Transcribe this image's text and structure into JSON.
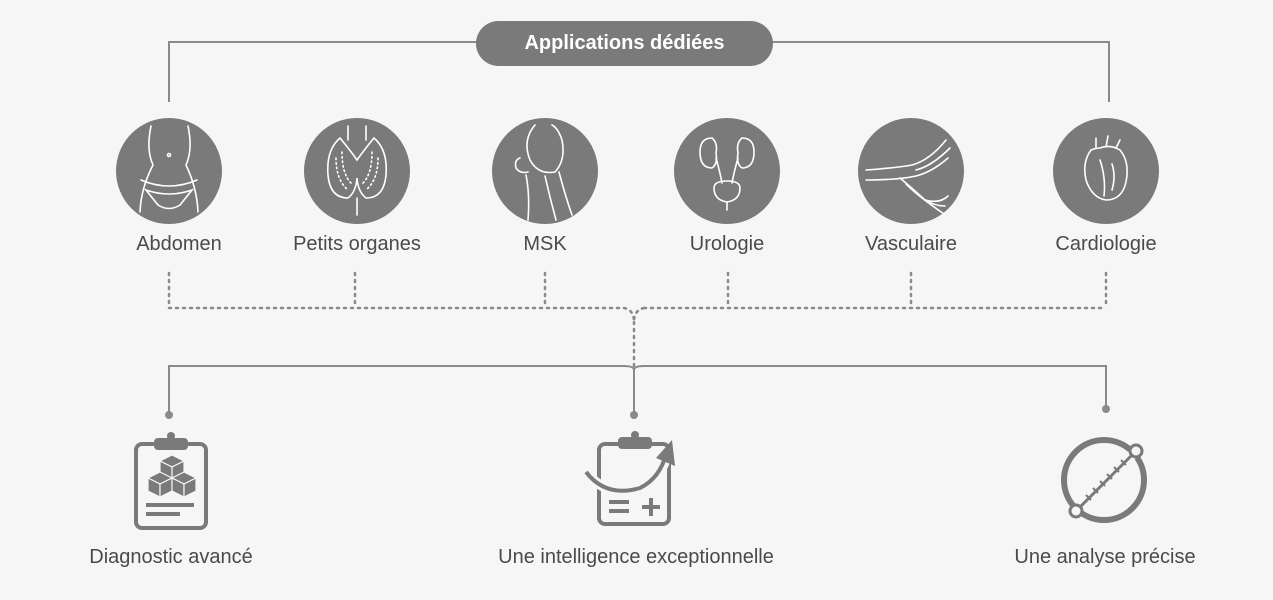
{
  "header": {
    "title": "Applications dédiées"
  },
  "applications": [
    {
      "label": "Abdomen",
      "icon": "abdomen-icon"
    },
    {
      "label": "Petits organes",
      "icon": "thyroid-icon"
    },
    {
      "label": "MSK",
      "icon": "knee-joint-icon"
    },
    {
      "label": "Urologie",
      "icon": "kidneys-bladder-icon"
    },
    {
      "label": "Vasculaire",
      "icon": "blood-vessels-icon"
    },
    {
      "label": "Cardiologie",
      "icon": "heart-icon"
    }
  ],
  "features": [
    {
      "label": "Diagnostic avancé",
      "icon": "clipboard-cubes-icon"
    },
    {
      "label": "Une intelligence exceptionnelle",
      "icon": "clipboard-arrow-icon"
    },
    {
      "label": "Une analyse précise",
      "icon": "measurement-caliper-icon"
    }
  ],
  "colors": {
    "background": "#f6f6f6",
    "circle": "#7a7a7a",
    "line": "#8a8a8a",
    "text": "#4a4a4a",
    "icon_stroke": "#ffffff"
  }
}
